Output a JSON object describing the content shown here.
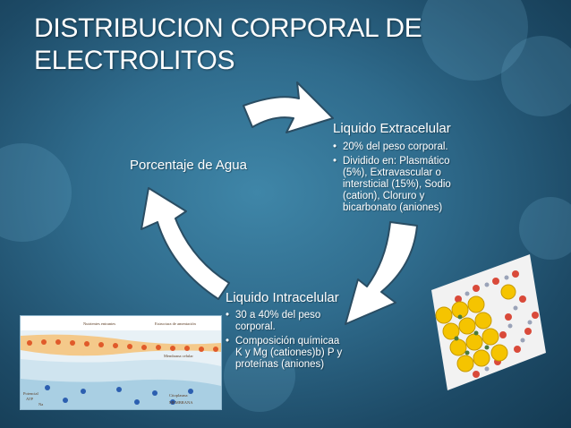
{
  "title": "DISTRIBUCION CORPORAL DE ELECTROLITOS",
  "cycle": {
    "agua": {
      "label": "Porcentaje de Agua"
    },
    "extracelular": {
      "label": "Liquido Extracelular",
      "bullets": [
        "20% del peso corporal.",
        "Dividido en: Plasmático (5%), Extravascular o intersticial (15%), Sodio (cation), Cloruro y bicarbonato (aniones)"
      ]
    },
    "intracelular": {
      "label": "Liquido Intracelular",
      "bullets": [
        "30 a 40% del peso corporal.",
        "Composición químicaa K y Mg (cationes)b) P y proteínas (aniones)"
      ]
    }
  },
  "cell_diagram": {
    "top_left": "Nutrientes entrantes",
    "top_right": "Estructura de amentación",
    "middle": "Membrana celular",
    "bottom_left_1": "Potencial",
    "bottom_left_2": "ATP",
    "bottom_mid": "Na",
    "bottom_right_1": "Citoplasma",
    "bottom_right_2": "MEMBRANA"
  },
  "colors": {
    "background": "#2f6b8c",
    "text": "#ffffff",
    "arrow_fill": "#ffffff",
    "arrow_stroke": "#2a4d63"
  }
}
